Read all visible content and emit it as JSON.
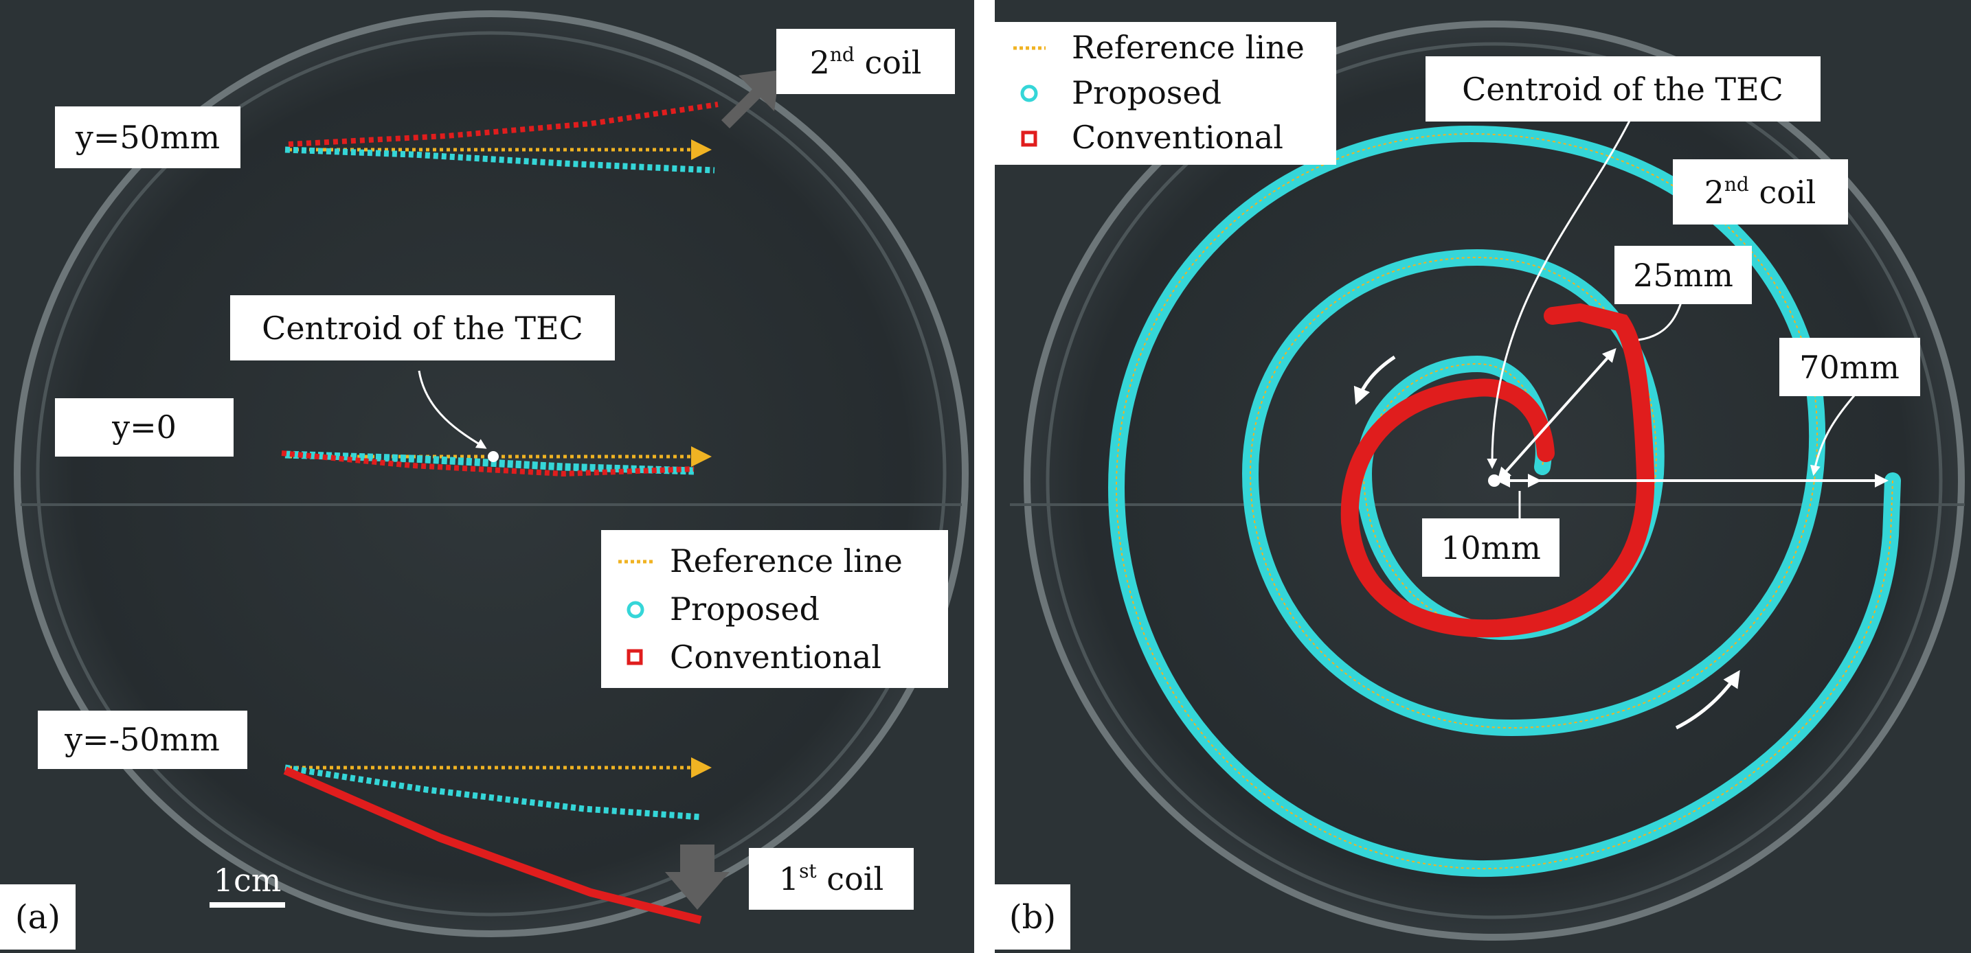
{
  "figure": {
    "panels": [
      {
        "id": "a",
        "letter": "(a)",
        "labels": {
          "y50": "y=50mm",
          "y0": "y=0",
          "ym50": "y=-50mm",
          "centroid": "Centroid of the TEC",
          "second_coil_main": "2",
          "second_coil_sup": "nd",
          "second_coil_rest": " coil",
          "first_coil_main": "1",
          "first_coil_sup": "st",
          "first_coil_rest": " coil",
          "scale": "1cm"
        },
        "legend": {
          "placement": "center-right",
          "entries": [
            {
              "label": "Reference line",
              "marker": "dotted-line",
              "color": "#f0b323"
            },
            {
              "label": "Proposed",
              "marker": "circle",
              "color": "#35d6d8"
            },
            {
              "label": "Conventional",
              "marker": "square",
              "color": "#e01d1d"
            }
          ]
        }
      },
      {
        "id": "b",
        "letter": "(b)",
        "labels": {
          "centroid": "Centroid of the TEC",
          "second_coil_main": "2",
          "second_coil_sup": "nd",
          "second_coil_rest": " coil",
          "r25": "25mm",
          "r70": "70mm",
          "r10": "10mm"
        },
        "legend": {
          "placement": "top-left",
          "entries": [
            {
              "label": "Reference line",
              "marker": "dotted-line",
              "color": "#f0b323"
            },
            {
              "label": "Proposed",
              "marker": "circle",
              "color": "#35d6d8"
            },
            {
              "label": "Conventional",
              "marker": "square",
              "color": "#e01d1d"
            }
          ]
        }
      }
    ],
    "colors": {
      "reference": "#f0b323",
      "proposed": "#35d6d8",
      "conventional": "#e01d1d",
      "background_dark": "#2a3033",
      "arrow_gray": "#5f5f5f"
    }
  }
}
